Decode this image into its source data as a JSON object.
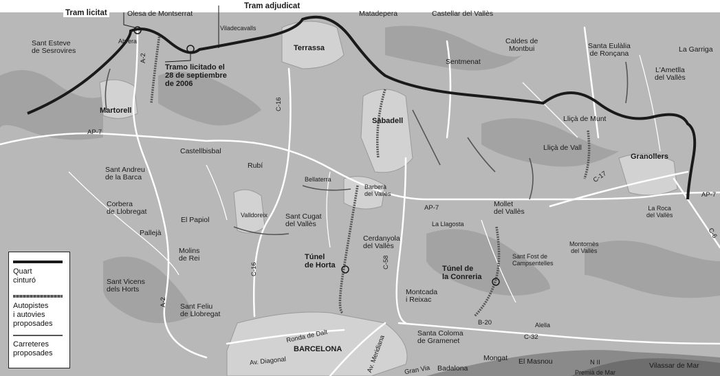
{
  "callouts": {
    "tram_licitat": "Tram licitat",
    "tram_adjudicat": "Tram adjudicat",
    "tramo_licitado": "Tramo licitado el\n28 de septiembre\nde 2006",
    "tunel_horta": "Túnel\nde Horta",
    "tunel_conreria": "Túnel de\nla Conreria"
  },
  "places": {
    "olesa": "Olesa de Montserrat",
    "matadepera": "Matadepera",
    "castellar": "Castellar del Vallès",
    "sant_esteve": "Sant Esteve\nde Sesrovires",
    "abrera": "Abrera",
    "viladecavalls": "Viladecavalls",
    "terrassa": "Terrassa",
    "caldes": "Caldes de\nMontbui",
    "santa_eulalia": "Santa Eulàlia\nde Ronçana",
    "la_garriga": "La Garriga",
    "ametlla": "L'Ametlla\ndel Vallès",
    "sentmenat": "Sentmenat",
    "martorell": "Martorell",
    "sabadell": "Sabadell",
    "llica_munt": "Lliçà de Munt",
    "llica_vall": "Lliçà de Vall",
    "granollers": "Granollers",
    "castellbisbal": "Castellbisbal",
    "rubi": "Rubí",
    "sant_andreu": "Sant Andreu\nde la Barca",
    "bellaterra": "Bellaterra",
    "barbera": "Barberà\ndel Vallès",
    "corbera": "Corbera\nde Llobregat",
    "valldoreix": "Valldoreix",
    "sant_cugat": "Sant Cugat\ndel Vallès",
    "mollet": "Mollet\ndel Vallès",
    "la_roca": "La Roca\ndel Vallès",
    "el_papiol": "El Papiol",
    "la_llagosta": "La Llagosta",
    "pallejà": "Pallejà",
    "cerdanyola": "Cerdanyola\ndel Vallès",
    "molins": "Molins\nde Rei",
    "montornes": "Montornès\ndel Vallès",
    "sant_fost": "Sant Fost de\nCampsentelles",
    "sant_vicens": "Sant Vicens\ndels Horts",
    "montcada": "Montcada\ni Reixac",
    "sant_feliu": "Sant Feliu\nde Llobregat",
    "alella": "Alella",
    "santa_coloma": "Santa Coloma\nde Gramenet",
    "barcelona": "BARCELONA",
    "mongat": "Mongat",
    "el_masnou": "El Masnou",
    "vilassar": "Vilassar de Mar",
    "badalona": "Badalona",
    "premia": "Premià de Mar"
  },
  "roads": {
    "a2_north": "A-2",
    "ap7_west": "AP-7",
    "c16_north": "C-16",
    "c16_south": "C-16",
    "ap7_center": "AP-7",
    "c17": "C-17",
    "ap7_east": "AP-7",
    "c58": "C-58",
    "a2_south": "A-2",
    "b20": "B-20",
    "c32": "C-32",
    "ronda_dalt": "Ronda de Dalt",
    "diagonal": "Av. Diagonal",
    "meridiana": "Av. Meridiana",
    "gran_via": "Gran Via",
    "n2": "N II",
    "c6": "C-6"
  },
  "legend": {
    "quart": "Quart\ncinturó",
    "autopistes": "Autopistes\ni autovies\nproposades",
    "carreteres": "Carreteres\nproposades"
  },
  "colors": {
    "land": "#b8b8b8",
    "urban": "#d2d2d2",
    "sea": "#8a8a8a",
    "quart_cinturo": "#1a1a1a",
    "proposed": "#555555",
    "roads": "#ffffff"
  }
}
